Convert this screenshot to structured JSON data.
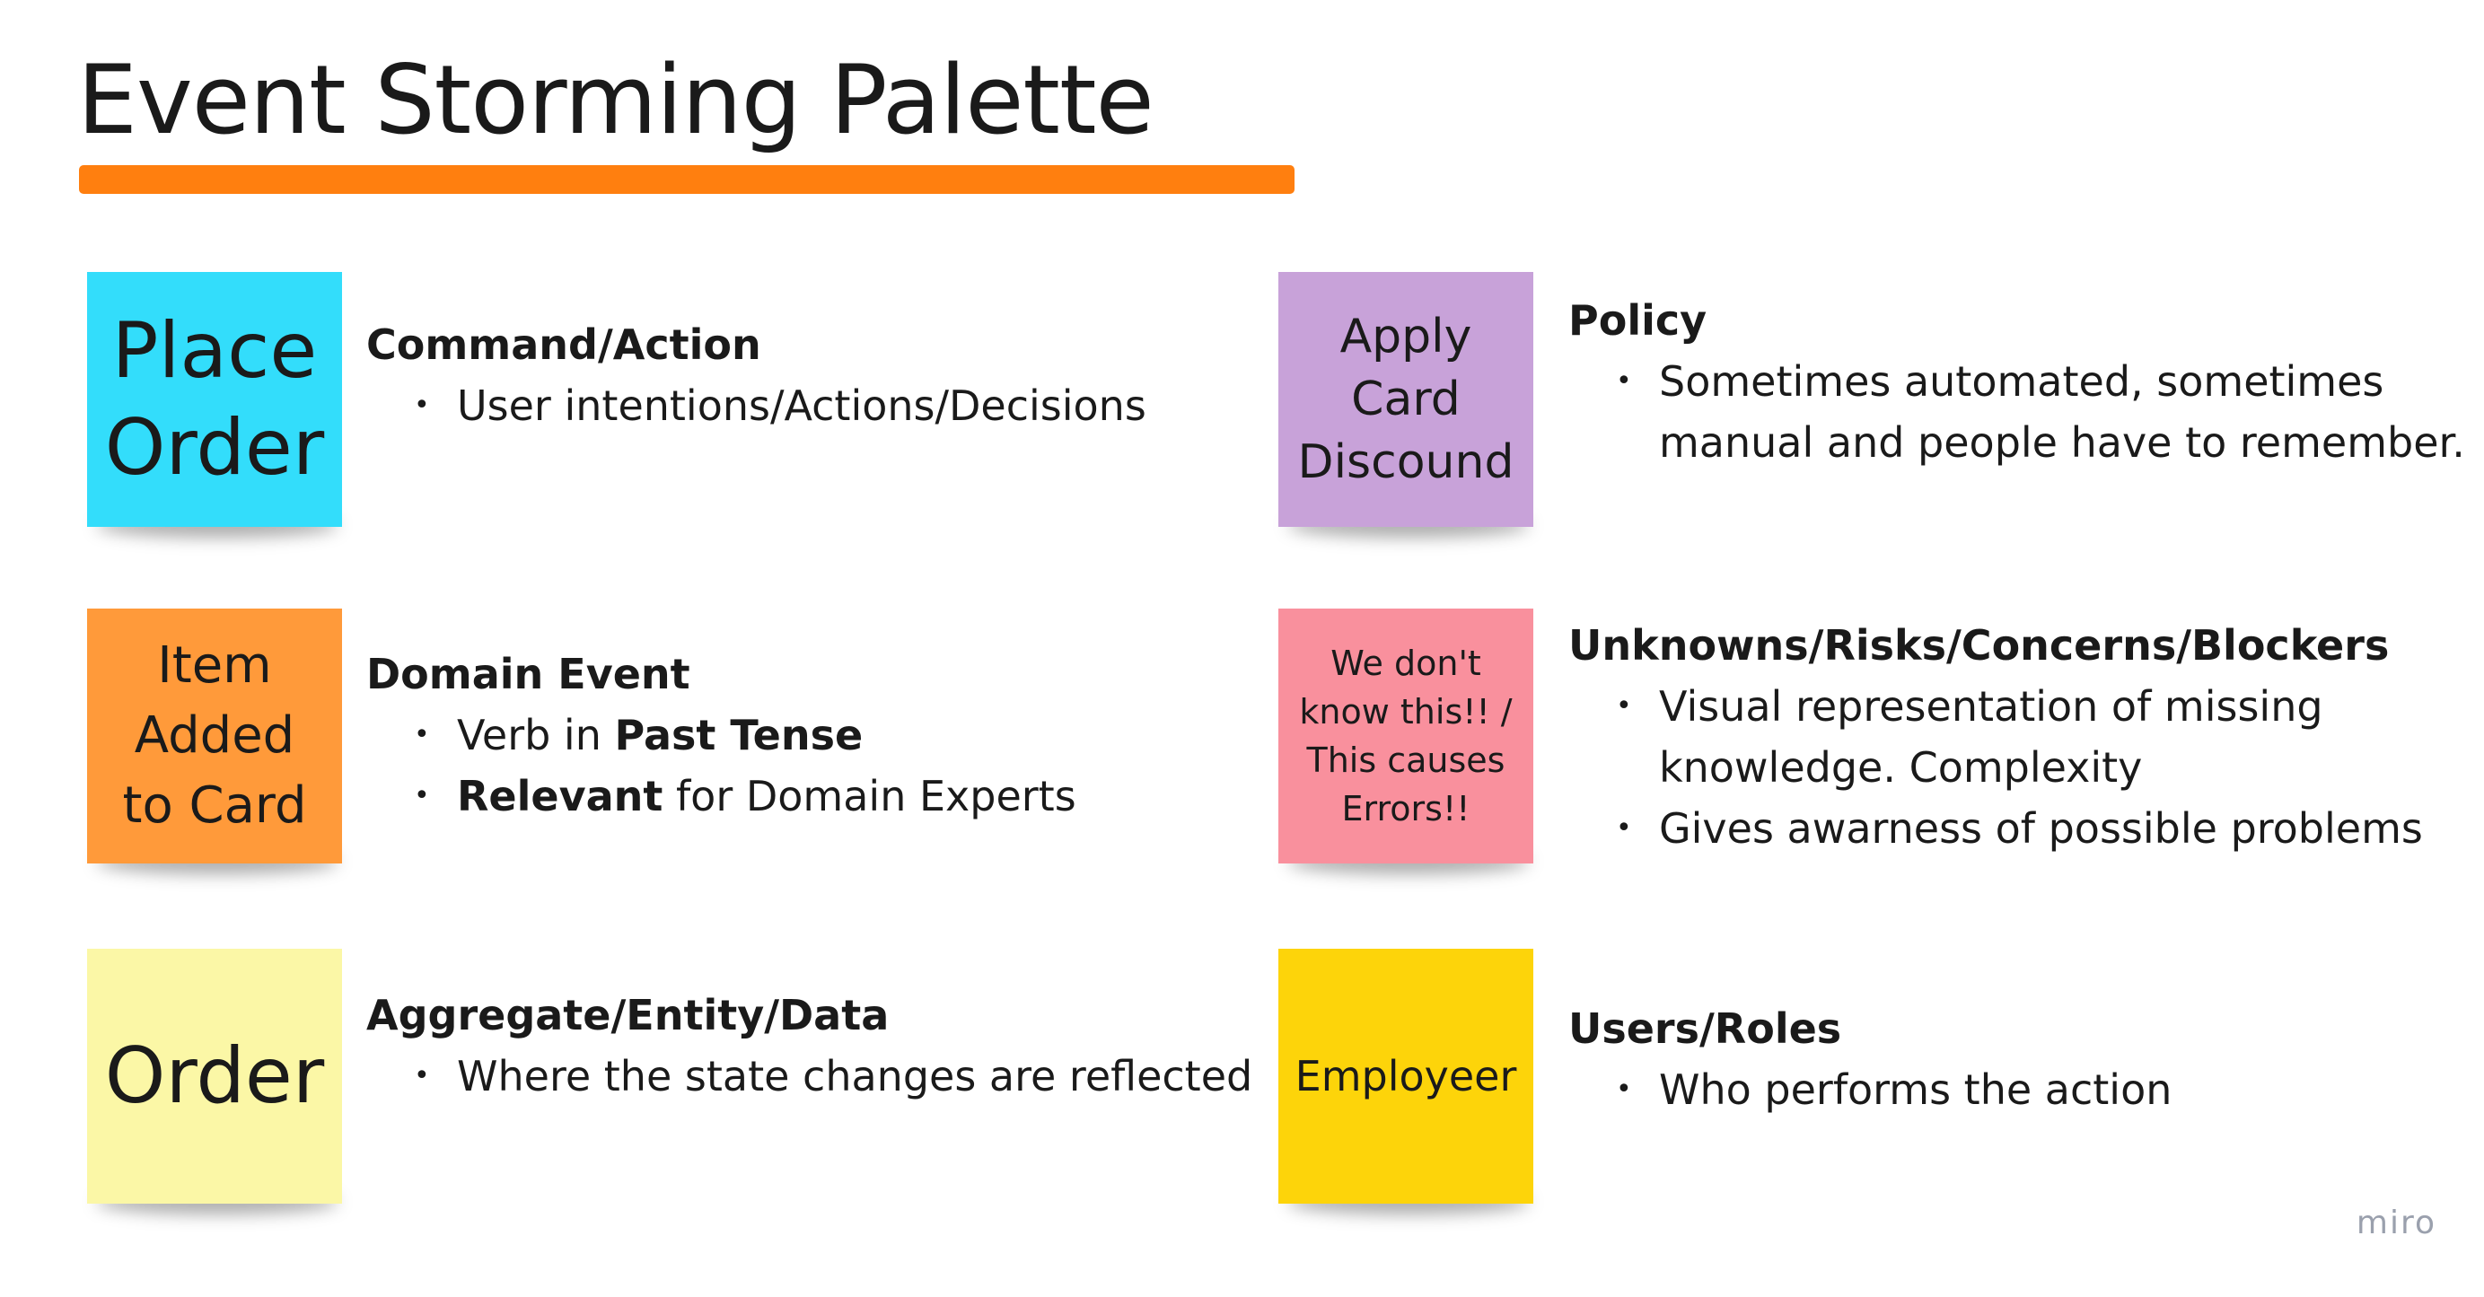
{
  "page": {
    "title": "Event Storming Palette",
    "accent_color": "#ff7f0f"
  },
  "brand": {
    "name": "miro"
  },
  "items": [
    {
      "note": {
        "lines": [
          "Place",
          "Order"
        ],
        "color": "#33ddfb",
        "size": "large"
      },
      "title": "Command/Action",
      "bullets": [
        {
          "parts": [
            {
              "text": "User intentions/Actions/Decisions",
              "bold": false
            }
          ]
        }
      ]
    },
    {
      "note": {
        "lines": [
          "Item",
          "Added",
          "to Card"
        ],
        "color": "#ff9a3a",
        "size": "medium"
      },
      "title": "Domain Event",
      "bullets": [
        {
          "parts": [
            {
              "text": "Verb in ",
              "bold": false
            },
            {
              "text": "Past Tense",
              "bold": true
            }
          ]
        },
        {
          "parts": [
            {
              "text": "Relevant",
              "bold": true
            },
            {
              "text": " for Domain Experts",
              "bold": false
            }
          ]
        }
      ]
    },
    {
      "note": {
        "lines": [
          "Order"
        ],
        "color": "#fbf7a6",
        "size": "large"
      },
      "title": "Aggregate/Entity/Data",
      "bullets": [
        {
          "parts": [
            {
              "text": "Where the state changes are reflected",
              "bold": false
            }
          ]
        }
      ]
    },
    {
      "note": {
        "lines": [
          "Apply",
          "Card",
          "Discound"
        ],
        "color": "#c8a2d9",
        "size": "medium"
      },
      "title": "Policy",
      "bullets": [
        {
          "parts": [
            {
              "text": "Sometimes automated, sometimes",
              "bold": false
            }
          ],
          "cont": "manual and people have to remember."
        }
      ]
    },
    {
      "note": {
        "lines": [
          "We don't",
          "know this!! /",
          "This causes",
          "Errors!!"
        ],
        "color": "#f9909d",
        "size": "small"
      },
      "title": "Unknowns/Risks/Concerns/Blockers",
      "bullets": [
        {
          "parts": [
            {
              "text": "Visual representation of missing",
              "bold": false
            }
          ],
          "cont": "knowledge. Complexity"
        },
        {
          "parts": [
            {
              "text": "Gives awarness of possible problems",
              "bold": false
            }
          ]
        }
      ]
    },
    {
      "note": {
        "lines": [
          "Employeer"
        ],
        "color": "#fdd40a",
        "size": "xsmall"
      },
      "title": "Users/Roles",
      "bullets": [
        {
          "parts": [
            {
              "text": "Who performs the action",
              "bold": false
            }
          ]
        }
      ]
    }
  ]
}
